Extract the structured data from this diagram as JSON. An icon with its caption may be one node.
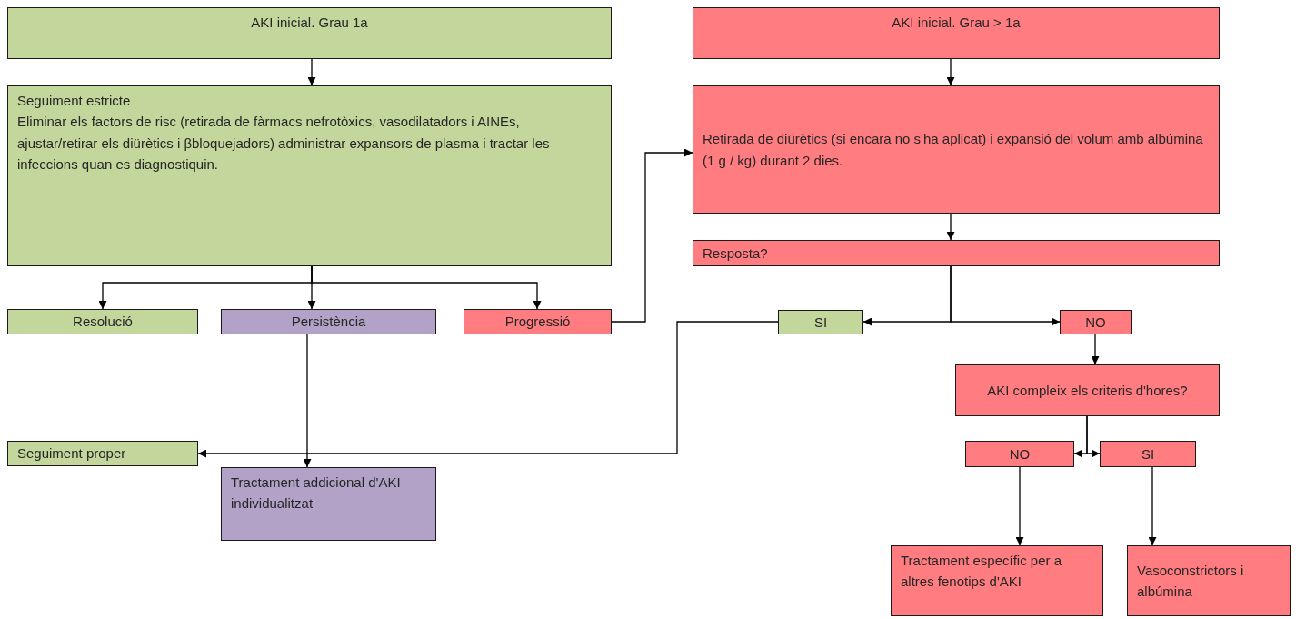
{
  "diagram": {
    "nodes": [
      {
        "text": [
          "AKI inicial. Grau 1a"
        ]
      },
      {
        "text": [
          "Seguiment estricte",
          "Eliminar els factors de risc (retirada de fàrmacs nefrotòxics, vasodilatadors i AINEs, ajustar/retirar els diürètics i βbloquejadors) administrar expansors de plasma i tractar les infeccions quan es diagnostiquin."
        ]
      },
      {
        "text": [
          "Resolució"
        ]
      },
      {
        "text": [
          "Persistència"
        ]
      },
      {
        "text": [
          "Progressió"
        ]
      },
      {
        "text": [
          "AKI inicial. Grau  > 1a"
        ]
      },
      {
        "text": [
          "Retirada de diürètics (si encara no s'ha aplicat)  i expansió del volum amb albúmina (1 g / kg) durant 2 dies."
        ]
      },
      {
        "text": [
          "Resposta?"
        ]
      },
      {
        "text": [
          "SI"
        ]
      },
      {
        "text": [
          "NO"
        ]
      },
      {
        "text": [
          "AKI compleix els criteris d'hores?"
        ]
      },
      {
        "text": [
          "Seguiment proper"
        ]
      },
      {
        "text": [
          "Tractament addicional d'AKI individualitzat"
        ]
      },
      {
        "text": [
          "NO"
        ]
      },
      {
        "text": [
          "SI"
        ]
      },
      {
        "text": [
          "Tractament específic per a altres fenotips d'AKI"
        ]
      },
      {
        "text": [
          "Vasoconstrictors i albúmina"
        ]
      }
    ],
    "edges": [
      {
        "from": 0,
        "to": 1,
        "arrow": "to"
      },
      {
        "from": 1,
        "to": 2,
        "arrow": "to"
      },
      {
        "from": 1,
        "to": 3,
        "arrow": "to"
      },
      {
        "from": 1,
        "to": 4,
        "arrow": "to"
      },
      {
        "from": 4,
        "to": 6,
        "arrow": "to"
      },
      {
        "from": 5,
        "to": 6,
        "arrow": "to"
      },
      {
        "from": 6,
        "to": 7,
        "arrow": "to"
      },
      {
        "from": 7,
        "to": 8,
        "arrow": "to"
      },
      {
        "from": 7,
        "to": 9,
        "arrow": "to"
      },
      {
        "from": 9,
        "to": 10,
        "arrow": "to"
      },
      {
        "from": 8,
        "to": 11,
        "arrow": "to"
      },
      {
        "from": 3,
        "to": 12,
        "arrow": "to"
      },
      {
        "from": 10,
        "to": 13,
        "arrow": "to"
      },
      {
        "from": 10,
        "to": 14,
        "arrow": "to"
      },
      {
        "from": 13,
        "to": 15,
        "arrow": "to"
      },
      {
        "from": 14,
        "to": 16,
        "arrow": "to"
      }
    ]
  }
}
